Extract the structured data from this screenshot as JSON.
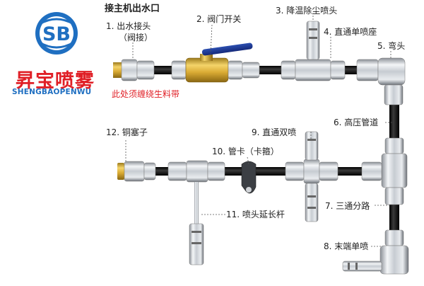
{
  "brand": {
    "logo_letters": "SB",
    "name_cn": "昇宝喷雾",
    "name_en": "SHENGBAOPENWU",
    "colors": {
      "red": "#e01f26",
      "blue": "#1f6fc1"
    }
  },
  "diagram": {
    "title": "接主机出水口",
    "note": "此处须缠绕生料带",
    "parts": [
      {
        "id": "1",
        "text": "1. 出水接头",
        "sub": "（阀接）"
      },
      {
        "id": "2",
        "text": "2. 阀门开关"
      },
      {
        "id": "3",
        "text": "3. 降温除尘喷头"
      },
      {
        "id": "4",
        "text": "4. 直通单喷座"
      },
      {
        "id": "5",
        "text": "5. 弯头"
      },
      {
        "id": "6",
        "text": "6. 高压管道"
      },
      {
        "id": "7",
        "text": "7. 三通分路"
      },
      {
        "id": "8",
        "text": "8. 末端单喷"
      },
      {
        "id": "9",
        "text": "9. 直通双喷"
      },
      {
        "id": "10",
        "text": "10. 管卡（卡箍）"
      },
      {
        "id": "11",
        "text": "11. 喷头延长杆"
      },
      {
        "id": "12",
        "text": "12. 铜塞子"
      }
    ]
  }
}
